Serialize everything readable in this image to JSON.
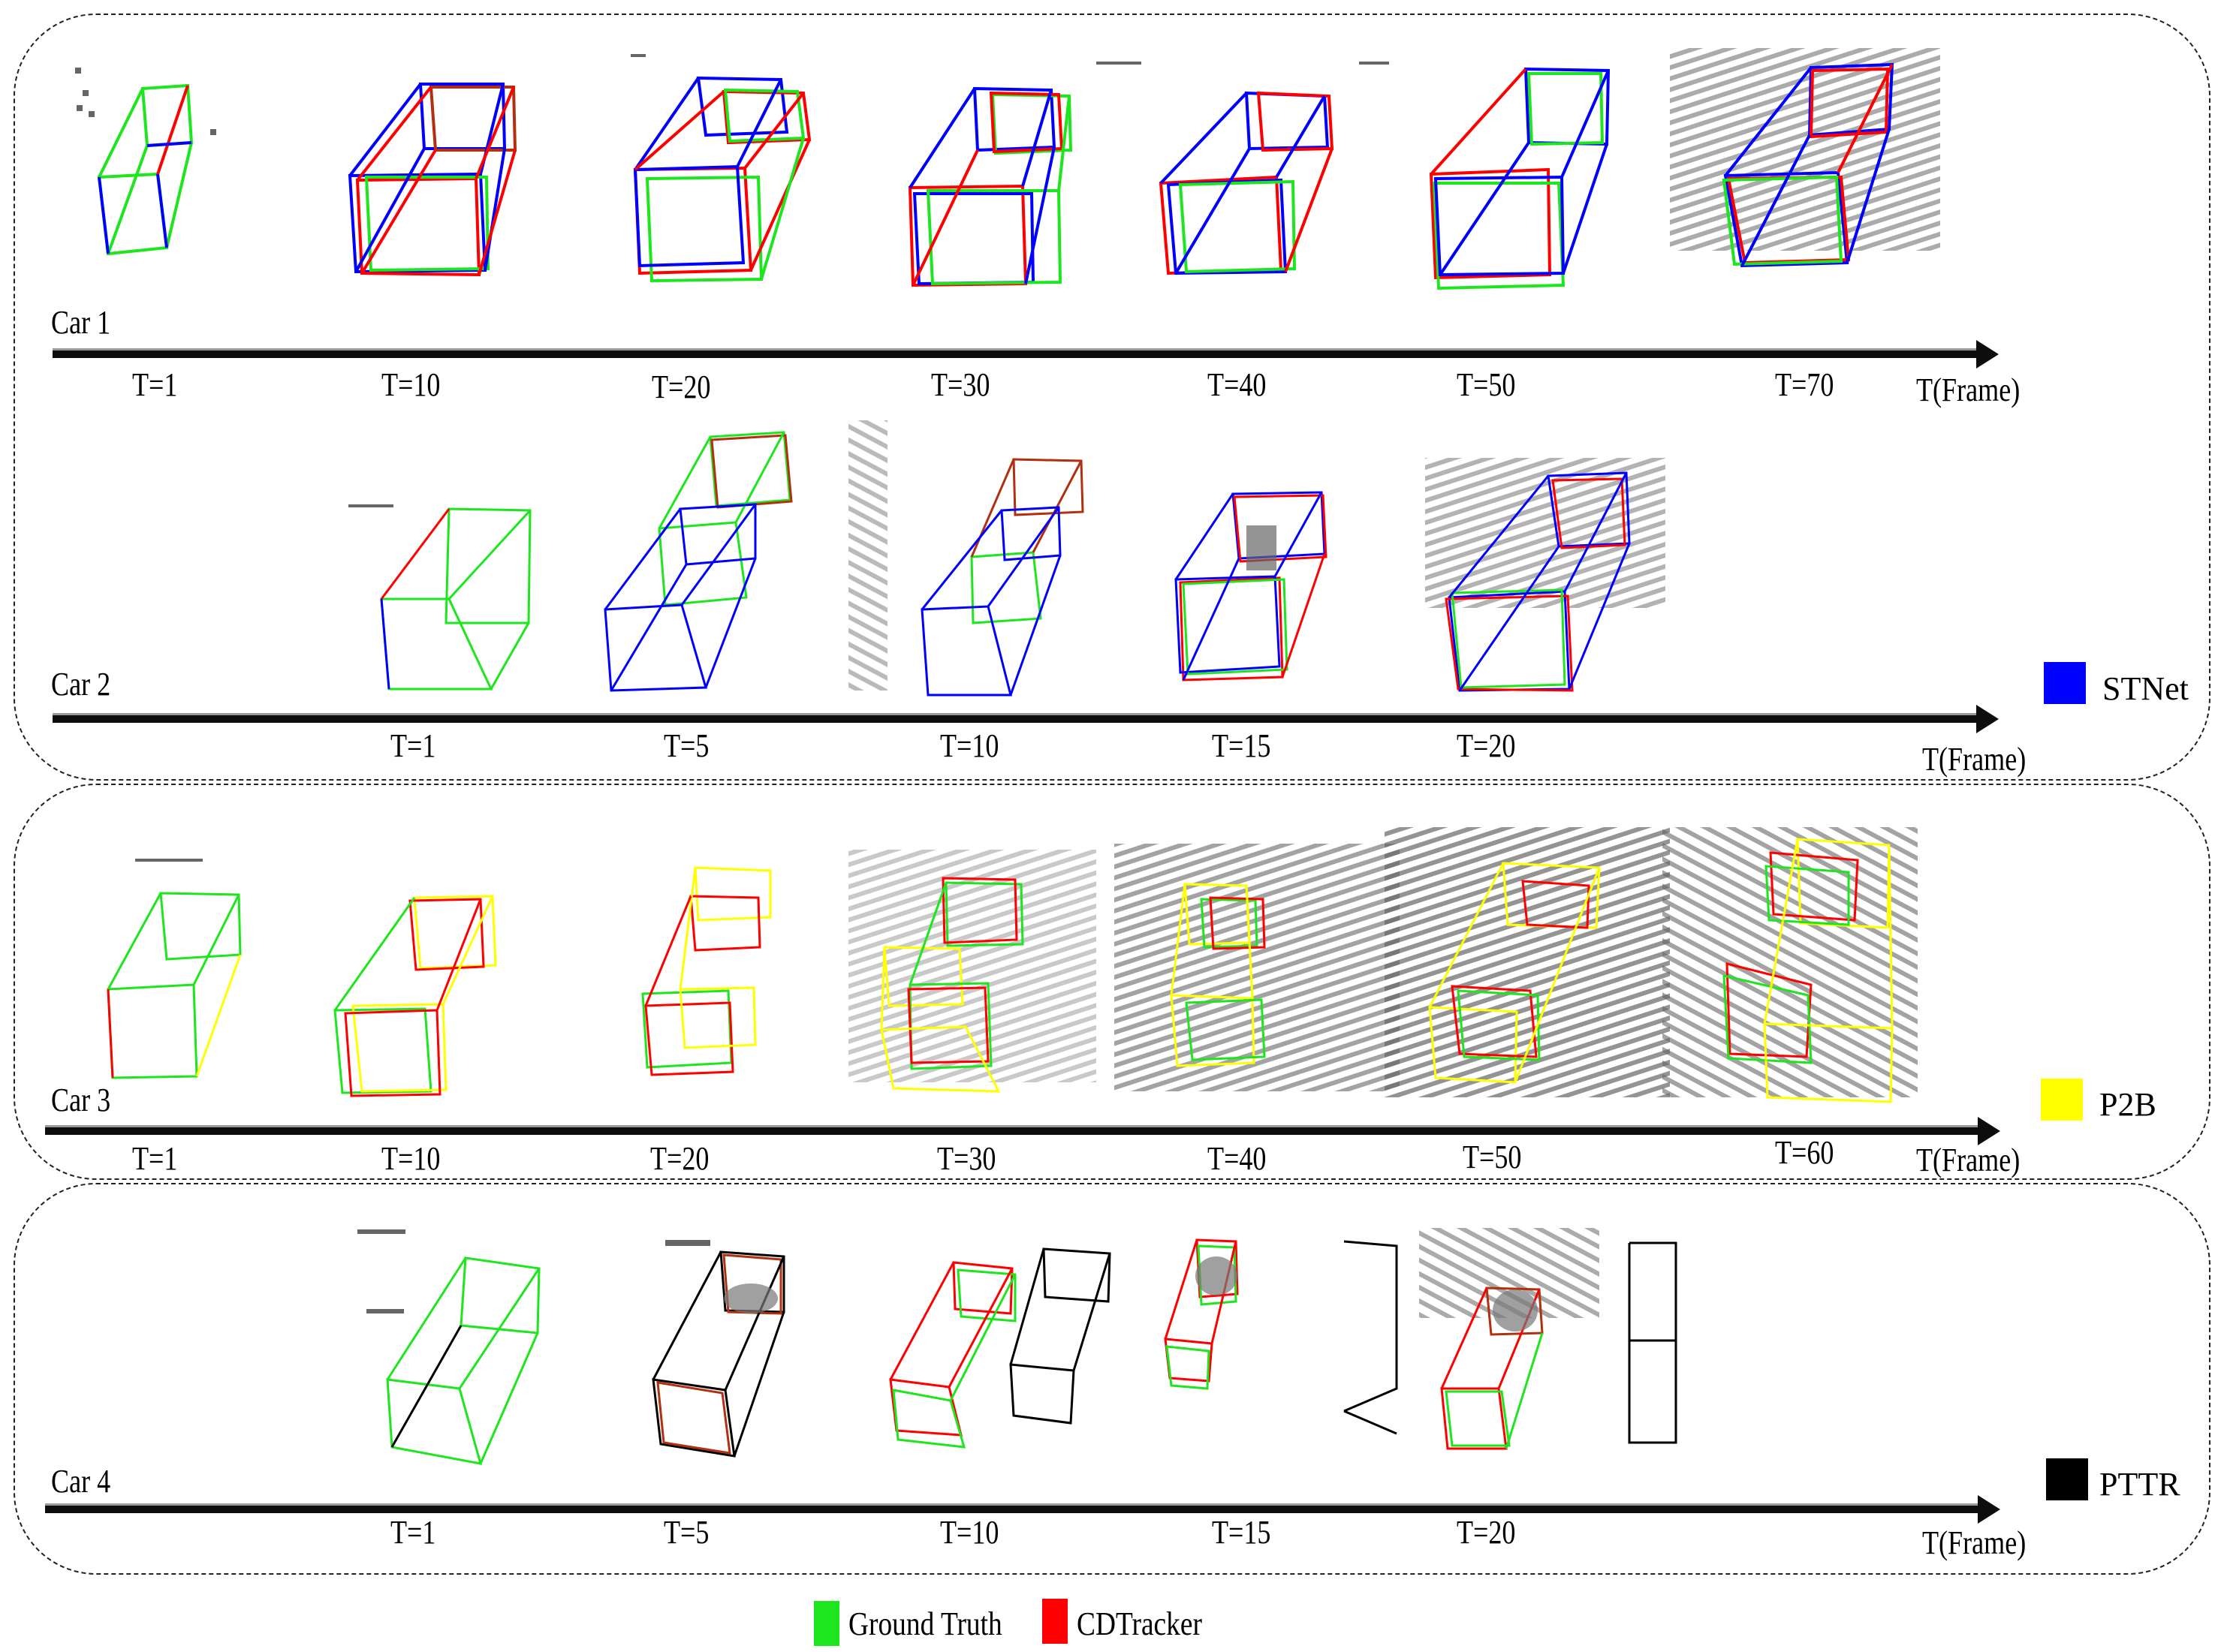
{
  "figure": {
    "rows": [
      {
        "label": "Car 1",
        "frames": [
          "T=1",
          "T=10",
          "T=20",
          "T=30",
          "T=40",
          "T=50",
          "T=70"
        ],
        "axis_label": "T(Frame)"
      },
      {
        "label": "Car 2",
        "frames": [
          "T=1",
          "T=5",
          "T=10",
          "T=15",
          "T=20"
        ],
        "axis_label": "T(Frame)"
      },
      {
        "label": "Car 3",
        "frames": [
          "T=1",
          "T=10",
          "T=20",
          "T=30",
          "T=40",
          "T=50",
          "T=60"
        ],
        "axis_label": "T(Frame)"
      },
      {
        "label": "Car 4",
        "frames": [
          "T=1",
          "T=5",
          "T=10",
          "T=15",
          "T=20"
        ],
        "axis_label": "T(Frame)"
      }
    ],
    "group_legends": [
      {
        "label": "STNet",
        "color": "#0000ff"
      },
      {
        "label": "P2B",
        "color": "#ffff00"
      },
      {
        "label": "PTTR",
        "color": "#000000"
      }
    ],
    "legend": [
      {
        "label": "Ground Truth",
        "color": "#1ee61e"
      },
      {
        "label": "CDTracker",
        "color": "#ff0000"
      }
    ]
  }
}
